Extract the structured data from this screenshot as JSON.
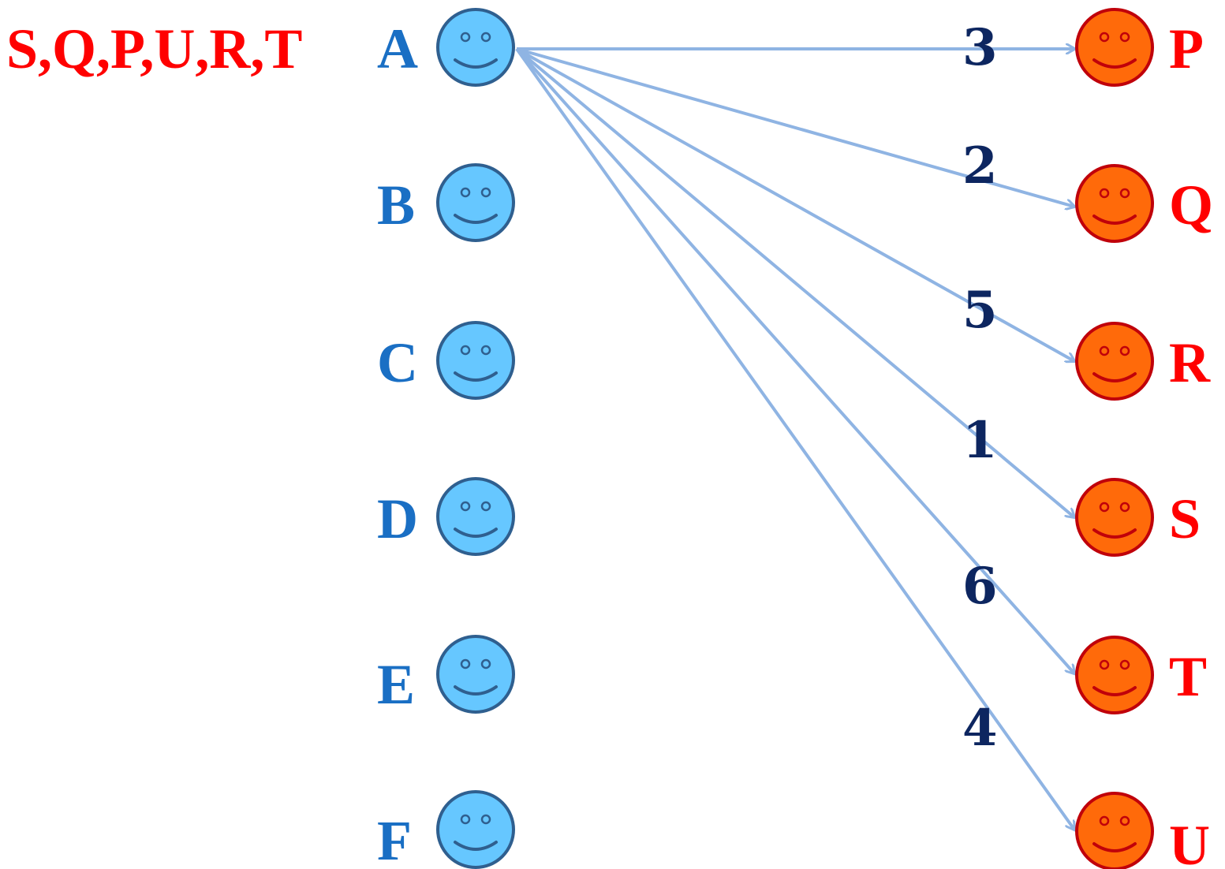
{
  "ordering_label": "S,Q,P,U,R,T",
  "left_nodes": [
    "A",
    "B",
    "C",
    "D",
    "E",
    "F"
  ],
  "right_nodes": [
    "P",
    "Q",
    "R",
    "S",
    "T",
    "U"
  ],
  "edges": [
    {
      "from": "A",
      "to": "P",
      "rank": "3"
    },
    {
      "from": "A",
      "to": "Q",
      "rank": "2"
    },
    {
      "from": "A",
      "to": "R",
      "rank": "5"
    },
    {
      "from": "A",
      "to": "S",
      "rank": "1"
    },
    {
      "from": "A",
      "to": "T",
      "rank": "6"
    },
    {
      "from": "A",
      "to": "U",
      "rank": "4"
    }
  ],
  "colors": {
    "left_face_fill": "#66c7ff",
    "left_face_stroke": "#2f5f8f",
    "left_label": "#1a6fc4",
    "right_face_fill": "#ff6a0a",
    "right_face_stroke": "#c0000a",
    "right_label": "#ff0000",
    "edge": "#8fb4e3",
    "rank_label": "#0d2660",
    "ordering_label": "#ff0000"
  },
  "icons": {
    "left": "smiley-face-icon",
    "right": "smiley-face-icon"
  }
}
